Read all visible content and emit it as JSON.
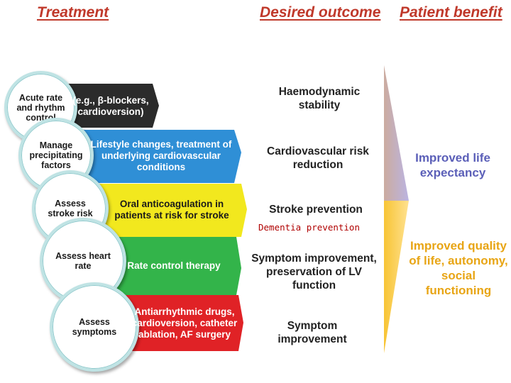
{
  "headers": {
    "treatment": "Treatment",
    "desired_outcome": "Desired outcome",
    "patient_benefit": "Patient benefit"
  },
  "rows": [
    {
      "circle": "Acute rate and rhythm control",
      "band": "(e.g., β-blockers, cardioversion)",
      "band_color": "#2b2b2b",
      "text_color": "#ffffff",
      "outcome": "Haemodynamic stability"
    },
    {
      "circle": "Manage precipitating factors",
      "band": "Lifestyle changes, treatment of underlying cardiovascular conditions",
      "band_color": "#2f8fd6",
      "text_color": "#ffffff",
      "outcome": "Cardiovascular risk reduction"
    },
    {
      "circle": "Assess stroke risk",
      "band": "Oral anticoagulation in patients at risk for stroke",
      "band_color": "#f2e81e",
      "text_color": "#1a1a1a",
      "outcome": "Stroke prevention"
    },
    {
      "circle": "Assess heart rate",
      "band": "Rate control therapy",
      "band_color": "#33b44a",
      "text_color": "#ffffff",
      "outcome": "Symptom improvement, preservation of LV function"
    },
    {
      "circle": "Assess symptoms",
      "band": "Antiarrhythmic drugs, cardioversion, catheter ablation, AF surgery",
      "band_color": "#e02226",
      "text_color": "#ffffff",
      "outcome": "Symptom improvement"
    }
  ],
  "annotation": "Dementia prevention",
  "benefits": [
    {
      "text": "Improved life expectancy",
      "color": "#5b5fb8"
    },
    {
      "text": "Improved quality of life, autonomy, social functioning",
      "color": "#e8a515"
    }
  ]
}
